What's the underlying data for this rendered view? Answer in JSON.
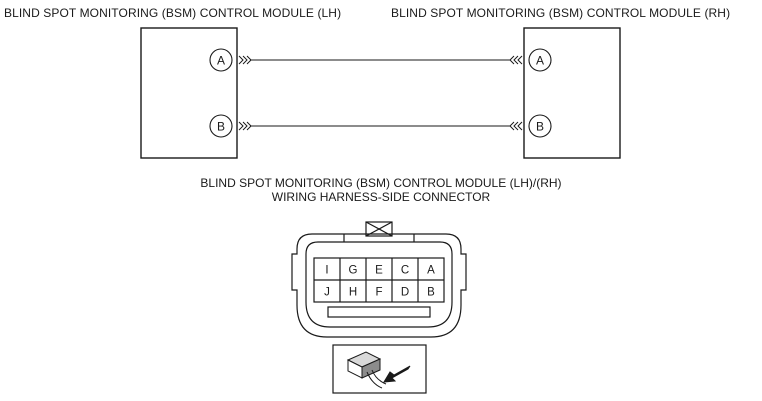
{
  "titles": {
    "lh": "BLIND SPOT MONITORING (BSM) CONTROL MODULE (LH)",
    "rh": "BLIND SPOT MONITORING (BSM) CONTROL MODULE (RH)"
  },
  "wiring": {
    "terminals": [
      "A",
      "B"
    ]
  },
  "connector": {
    "caption_line1": "BLIND SPOT MONITORING (BSM) CONTROL MODULE (LH)/(RH)",
    "caption_line2": "WIRING HARNESS-SIDE CONNECTOR",
    "top_row": [
      "I",
      "G",
      "E",
      "C",
      "A"
    ],
    "bottom_row": [
      "J",
      "H",
      "F",
      "D",
      "B"
    ]
  }
}
